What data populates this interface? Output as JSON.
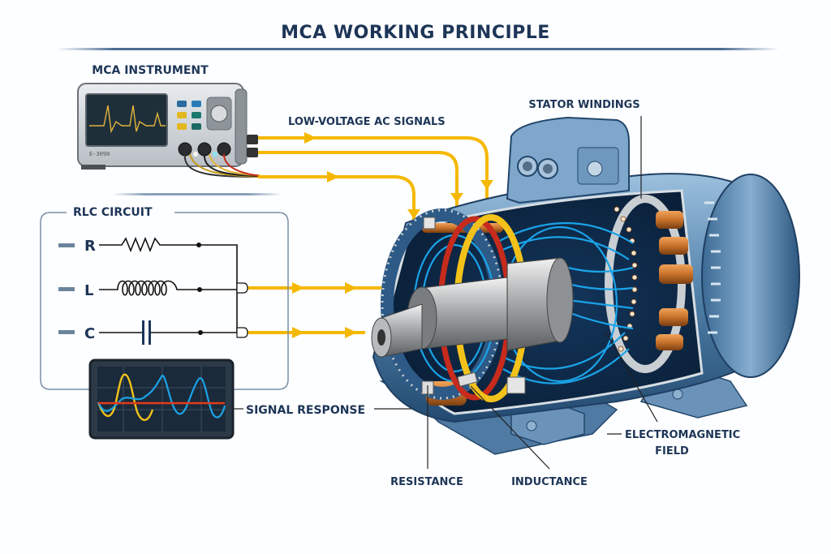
{
  "title": "MCA WORKING PRINCIPLE",
  "colors": {
    "title_text": "#1d3557",
    "signal_arrow": "#f5b800",
    "motor_blue": "#3f6f99",
    "field_lines": "#1aa3e8",
    "copper": "#c8722b",
    "red_ring": "#c62b1c",
    "yellow_ring": "#f2c21a"
  },
  "instrument": {
    "label": "MCA INSTRUMENT",
    "model_text": "E-3090",
    "screen_trace": "waveform",
    "buttons": [
      "blue",
      "blue",
      "yellow",
      "teal",
      "yellow",
      "teal"
    ],
    "jack_labels": [
      "",
      "",
      ""
    ],
    "icon": "oscilloscope-instrument-icon"
  },
  "signals": {
    "label": "LOW-VOLTAGE AC SIGNALS",
    "arrow_count": 3
  },
  "rlc": {
    "label": "RLC CIRCUIT",
    "components": [
      {
        "symbol": "R",
        "icon": "resistor-icon"
      },
      {
        "symbol": "L",
        "icon": "inductor-icon"
      },
      {
        "symbol": "C",
        "icon": "capacitor-icon"
      }
    ]
  },
  "scope": {
    "label": "SIGNAL RESPONSE",
    "traces": [
      "yellow",
      "blue",
      "red-baseline"
    ]
  },
  "motor": {
    "callouts": {
      "stator": "STATOR WINDINGS",
      "resistance": "RESISTANCE",
      "inductance": "INDUCTANCE",
      "em_field_line1": "ELECTROMAGNETIC",
      "em_field_line2": "FIELD"
    }
  }
}
